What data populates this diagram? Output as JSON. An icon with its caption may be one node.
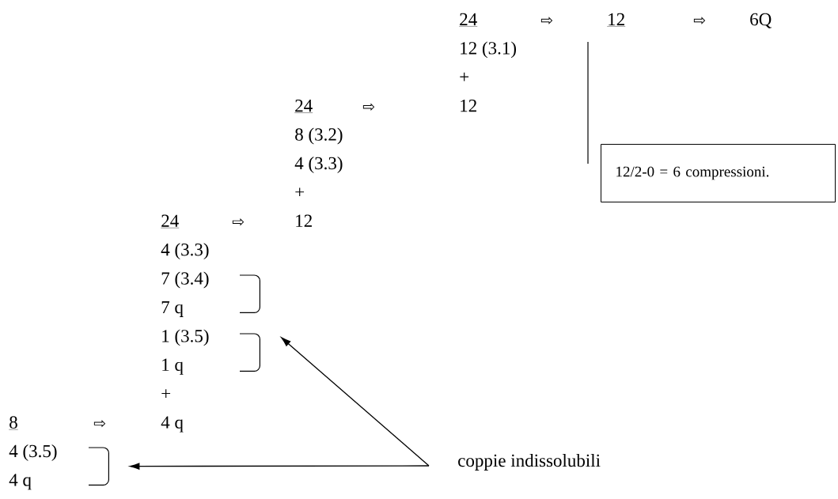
{
  "diagram": {
    "nodes": [
      {
        "text": [
          "12/2-0 = 6 compressioni."
        ]
      },
      {
        "text": [],
        "shape": "bracket"
      },
      {
        "text": [],
        "shape": "bracket"
      },
      {
        "text": [],
        "shape": "bracket"
      },
      {
        "text": [
          "coppie indissolubili"
        ]
      }
    ],
    "edges": [
      {
        "from": 4,
        "to": 2,
        "arrow": "to"
      },
      {
        "from": 4,
        "to": 3,
        "arrow": "to"
      }
    ],
    "labels": [
      "24",
      "⇨",
      "12",
      "⇨",
      "6Q",
      "12 (3.1)",
      "+",
      "24",
      "⇨",
      "12",
      "8 (3.2)",
      "4 (3.3)",
      "+",
      "24",
      "⇨",
      "12",
      "4 (3.3)",
      "7 (3.4)",
      "7 q",
      "1 (3.5)",
      "1 q",
      "+",
      "8",
      "⇨",
      "4 q",
      "4 (3.5)",
      "4 q"
    ]
  }
}
